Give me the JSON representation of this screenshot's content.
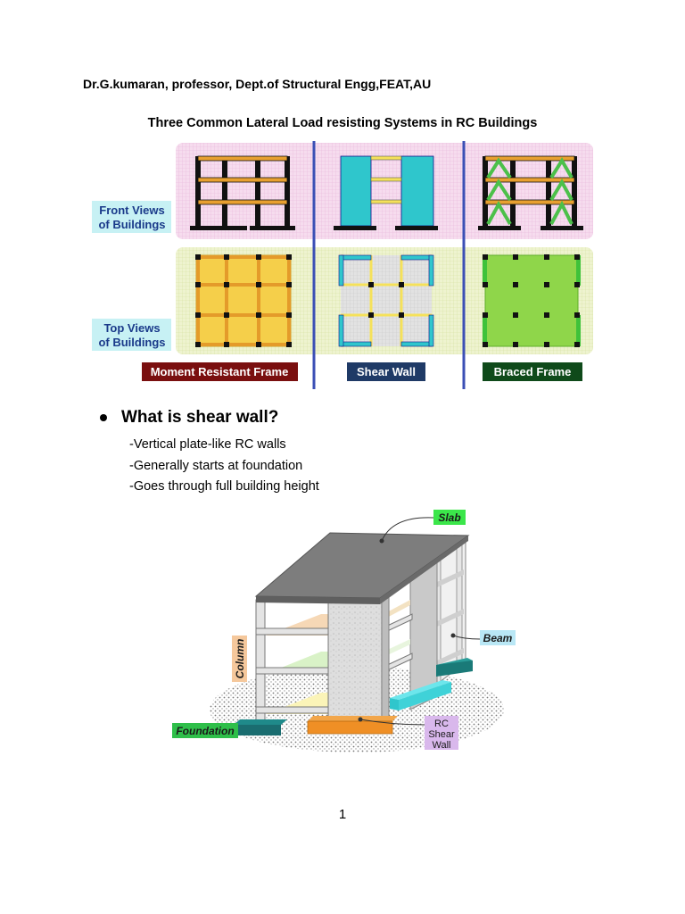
{
  "document": {
    "author": "Dr.G.kumaran, professor, Dept.of Structural Engg,FEAT,AU",
    "figure_title": "Three Common Lateral Load resisting Systems in RC Buildings",
    "row_labels": {
      "front_line1": "Front Views",
      "front_line2": "of Buildings",
      "top_line1": "Top Views",
      "top_line2": "of Buildings"
    },
    "systems": [
      {
        "label": "Moment Resistant Frame",
        "color": "#7a0f0f"
      },
      {
        "label": "Shear Wall",
        "color": "#1f3a66"
      },
      {
        "label": "Braced Frame",
        "color": "#0f4a1a"
      }
    ],
    "bullet": {
      "heading": "What is shear wall?",
      "items": [
        "-Vertical plate-like RC walls",
        "-Generally starts at foundation",
        "-Goes through full building height"
      ]
    },
    "diagram_labels": {
      "slab": "Slab",
      "beam": "Beam",
      "column": "Column",
      "foundation": "Foundation",
      "rc_line1": "RC",
      "rc_line2": "Shear",
      "rc_line3": "Wall"
    },
    "page_number": "1"
  }
}
